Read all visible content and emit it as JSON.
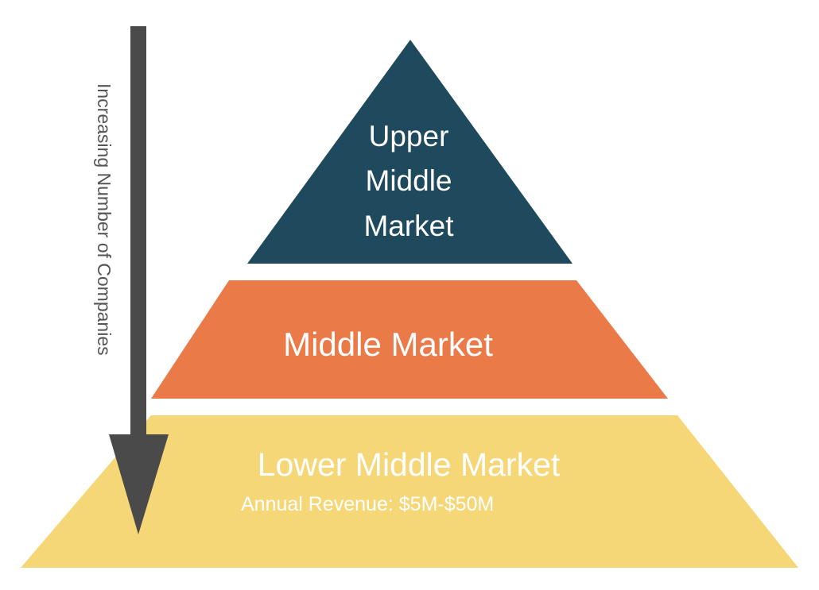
{
  "diagram": {
    "tiers": {
      "upper": {
        "line1": "Upper",
        "line2": "Middle",
        "line3": "Market",
        "color": "#1f4a5e"
      },
      "middle": {
        "label": "Middle Market",
        "color": "#eb7a49"
      },
      "lower": {
        "label": "Lower Middle Market",
        "sublabel": "Annual Revenue: $5M-$50M",
        "color": "#f6d778"
      }
    },
    "arrow": {
      "label": "Increasing Number of Companies",
      "color": "#4a4a4a"
    }
  }
}
